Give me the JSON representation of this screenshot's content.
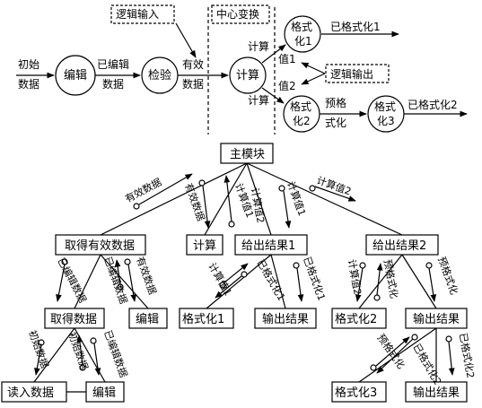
{
  "dfd": {
    "input": [
      "初始",
      "数据"
    ],
    "edit": "编辑",
    "edited": [
      "已编辑",
      "数据"
    ],
    "check": "检验",
    "valid": [
      "有效",
      "数据"
    ],
    "compute": "计算",
    "logic_in": "逻辑输入",
    "center": "中心变换",
    "compute_a": "计算",
    "compute_b": "计算",
    "fmt1": [
      "格式",
      "化1"
    ],
    "out1": "已格式化1",
    "val1": "值1",
    "val2": "值2",
    "logic_out": "逻辑输出",
    "fmt2": [
      "格式",
      "化2"
    ],
    "pre": [
      "预格",
      "式化"
    ],
    "fmt3": [
      "格式",
      "化3"
    ],
    "out2": "已格式化2"
  },
  "tree": {
    "main": "主模块",
    "get_valid": "取得有效数据",
    "compute": "计算",
    "out1": "给出结果1",
    "out2": "给出结果2",
    "get_data": "取得数据",
    "edit": "编辑",
    "fmt1": "格式化1",
    "output_a": "输出结果",
    "fmt2": "格式化2",
    "output_b": "输出结果",
    "read": "读入数据",
    "edit2": "编辑",
    "fmt3": "格式化3",
    "output_c": "输出结果",
    "e_valid": "有效数据",
    "e_cv1": "有效数据",
    "e_cv2": "计算值1",
    "e_cv3": "计算值2",
    "e_o1": "计算值1",
    "e_o2": "计算值2",
    "e_g1": "已编辑数据",
    "e_g2": "已编辑数据",
    "e_g3": "有效数据",
    "e_r1": "初始数据",
    "e_r2": "初始数据",
    "e_r3": "已编辑数据",
    "e_f1a": "计算值1",
    "e_f1b": "已格式化1",
    "e_oa": "已格式化1",
    "e_f2a": "计算值2",
    "e_f2b": "预格式化",
    "e_ob": "预格式化",
    "e_f3a": "预格式化",
    "e_f3b": "已格式化2",
    "e_oc": "已格式化2"
  }
}
